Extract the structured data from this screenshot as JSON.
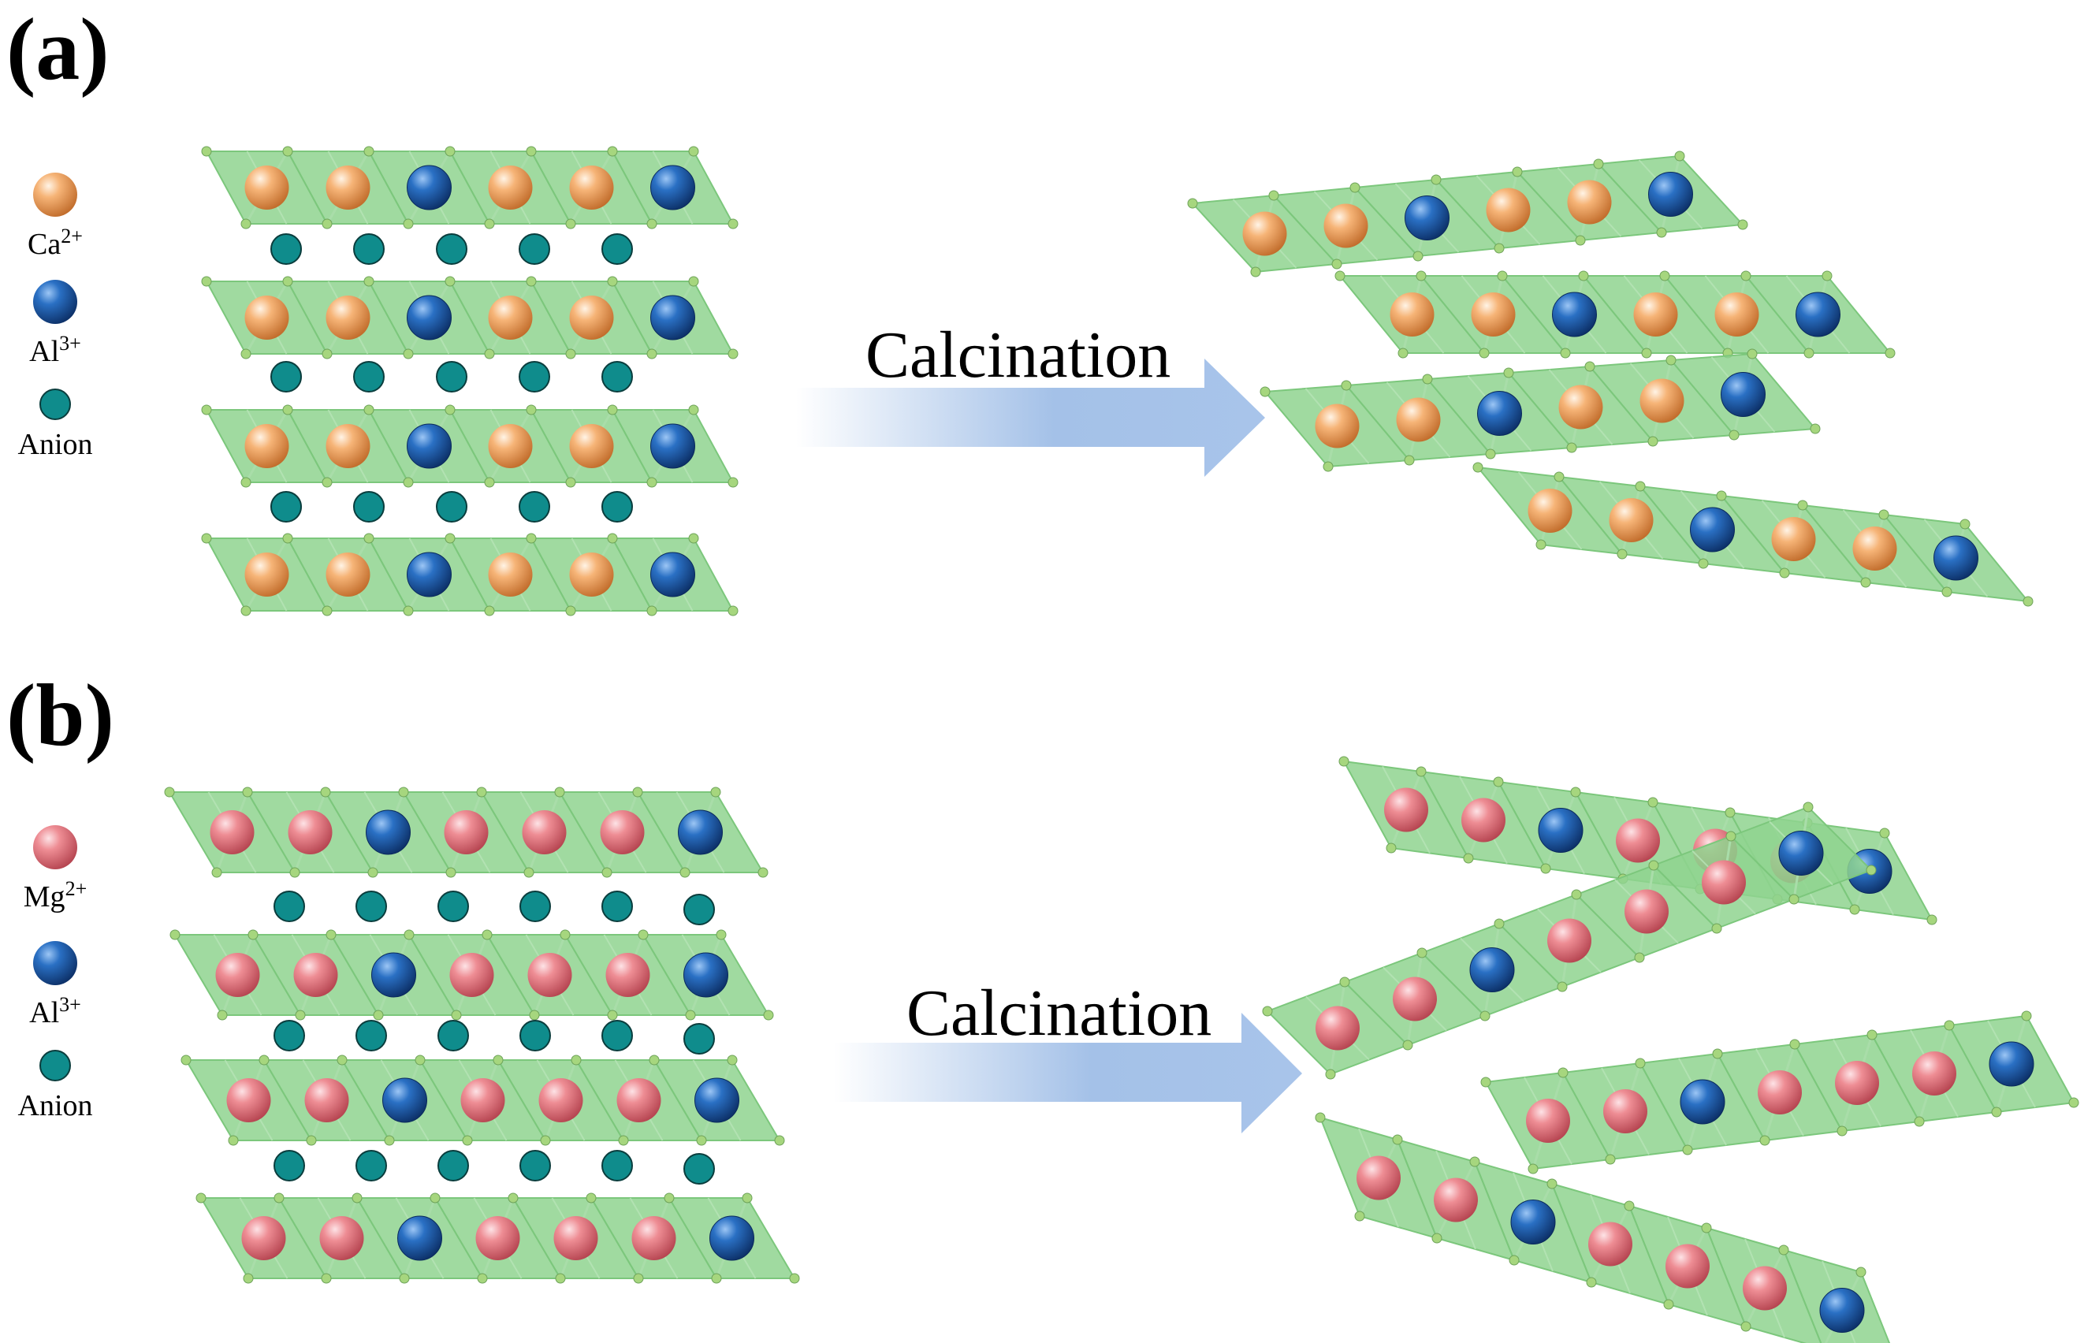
{
  "panels": [
    {
      "id": "a",
      "label": "(a)",
      "arrow_label": "Calcination",
      "legend": [
        {
          "base": "Ca",
          "sup": "2+",
          "ion": "ca"
        },
        {
          "base": "Al",
          "sup": "3+",
          "ion": "al"
        },
        {
          "base": "Anion",
          "sup": "",
          "ion": "anion"
        }
      ],
      "layers_before": [
        [
          "ca",
          "ca",
          "al",
          "ca",
          "ca",
          "al"
        ],
        [
          "ca",
          "ca",
          "al",
          "ca",
          "ca",
          "al"
        ],
        [
          "ca",
          "ca",
          "al",
          "ca",
          "ca",
          "al"
        ],
        [
          "ca",
          "ca",
          "al",
          "ca",
          "ca",
          "al"
        ]
      ],
      "anion_rows_count": 3,
      "anions_per_row": 5,
      "layers_after": [
        [
          "ca",
          "ca",
          "al",
          "ca",
          "ca",
          "al"
        ],
        [
          "ca",
          "ca",
          "al",
          "ca",
          "ca",
          "al"
        ],
        [
          "ca",
          "ca",
          "al",
          "ca",
          "ca",
          "al"
        ],
        [
          "ca",
          "ca",
          "al",
          "ca",
          "ca",
          "al"
        ]
      ]
    },
    {
      "id": "b",
      "label": "(b)",
      "arrow_label": "Calcination",
      "legend": [
        {
          "base": "Mg",
          "sup": "2+",
          "ion": "mg"
        },
        {
          "base": "Al",
          "sup": "3+",
          "ion": "al"
        },
        {
          "base": "Anion",
          "sup": "",
          "ion": "anion"
        }
      ],
      "layers_before": [
        [
          "mg",
          "mg",
          "al",
          "mg",
          "mg",
          "mg",
          "al"
        ],
        [
          "mg",
          "mg",
          "al",
          "mg",
          "mg",
          "mg",
          "al"
        ],
        [
          "mg",
          "mg",
          "al",
          "mg",
          "mg",
          "mg",
          "al"
        ],
        [
          "mg",
          "mg",
          "al",
          "mg",
          "mg",
          "mg",
          "al"
        ]
      ],
      "anion_rows_count": 3,
      "anions_per_row": 6,
      "layers_after": [
        [
          "mg",
          "mg",
          "al",
          "mg",
          "mg",
          "mg",
          "al"
        ],
        [
          "mg",
          "mg",
          "al",
          "mg",
          "mg",
          "mg",
          "al"
        ],
        [
          "mg",
          "mg",
          "al",
          "mg",
          "mg",
          "mg",
          "al"
        ],
        [
          "mg",
          "mg",
          "al",
          "mg",
          "mg",
          "mg",
          "al"
        ]
      ]
    }
  ],
  "colors": {
    "ca": "#f0a15f",
    "mg": "#ec7b84",
    "al": "#1a5fae",
    "anion": "#0f8c8c",
    "sheet_fill": "#8fd48f",
    "sheet_edge": "#7cc77c",
    "vertex": "#a6d67e",
    "arrow_start": "#ffffff",
    "arrow_end": "#a4c1e8"
  }
}
